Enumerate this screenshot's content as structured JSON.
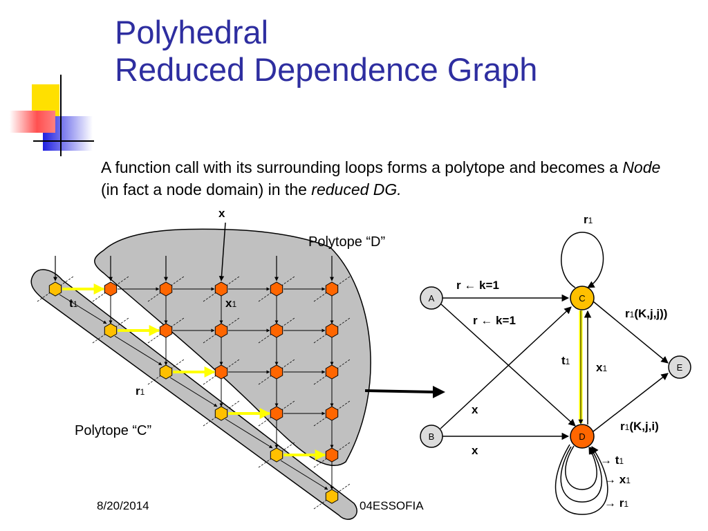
{
  "title": {
    "line1": "Polyhedral",
    "line2": "Reduced Dependence Graph"
  },
  "subtitle": {
    "part1": "A function call with its surrounding loops forms a polytope and becomes a ",
    "em1": "Node",
    "part2": " (in fact a node domain) in the ",
    "em2": "reduced DG."
  },
  "left_diagram": {
    "polytope_d_label": "Polytope “D”",
    "polytope_c_label": "Polytope “C”",
    "input_label": "x",
    "t_label": "t",
    "t_sub": "1",
    "x_label": "x",
    "x_sub": "1",
    "r_label": "r",
    "r_sub": "1"
  },
  "graph": {
    "nodes": {
      "A": "A",
      "B": "B",
      "C": "C",
      "D": "D",
      "E": "E"
    },
    "edges": {
      "r_kappa_top": "r ← k=1",
      "r_kappa_mid": "r ← k=1",
      "x_upper": "x",
      "x_lower": "x",
      "r1C_main": "r",
      "r1C_sub": "1",
      "r1CE_main": "r",
      "r1CE_sub": "1",
      "r1CE_rest": "(K,j,j))",
      "r1DE_main": "r",
      "r1DE_sub": "1",
      "r1DE_rest": "(K,j,i)",
      "t1_main": "t",
      "t1_sub": "1",
      "x1_main": "x",
      "x1_sub": "1",
      "loop_t_main": "→ t",
      "loop_t_sub": "1",
      "loop_x_main": "→ x",
      "loop_x_sub": "1",
      "loop_r_main": "→ r",
      "loop_r_sub": "1"
    }
  },
  "footer": {
    "date": "8/20/2014",
    "center": "04ESSOFIA"
  },
  "colors": {
    "title": "#2E2EA0",
    "polytope_fill": "#C0C0C0",
    "node_c": "#FFC000",
    "node_d": "#FF6600",
    "highlight": "#FFFF00"
  }
}
